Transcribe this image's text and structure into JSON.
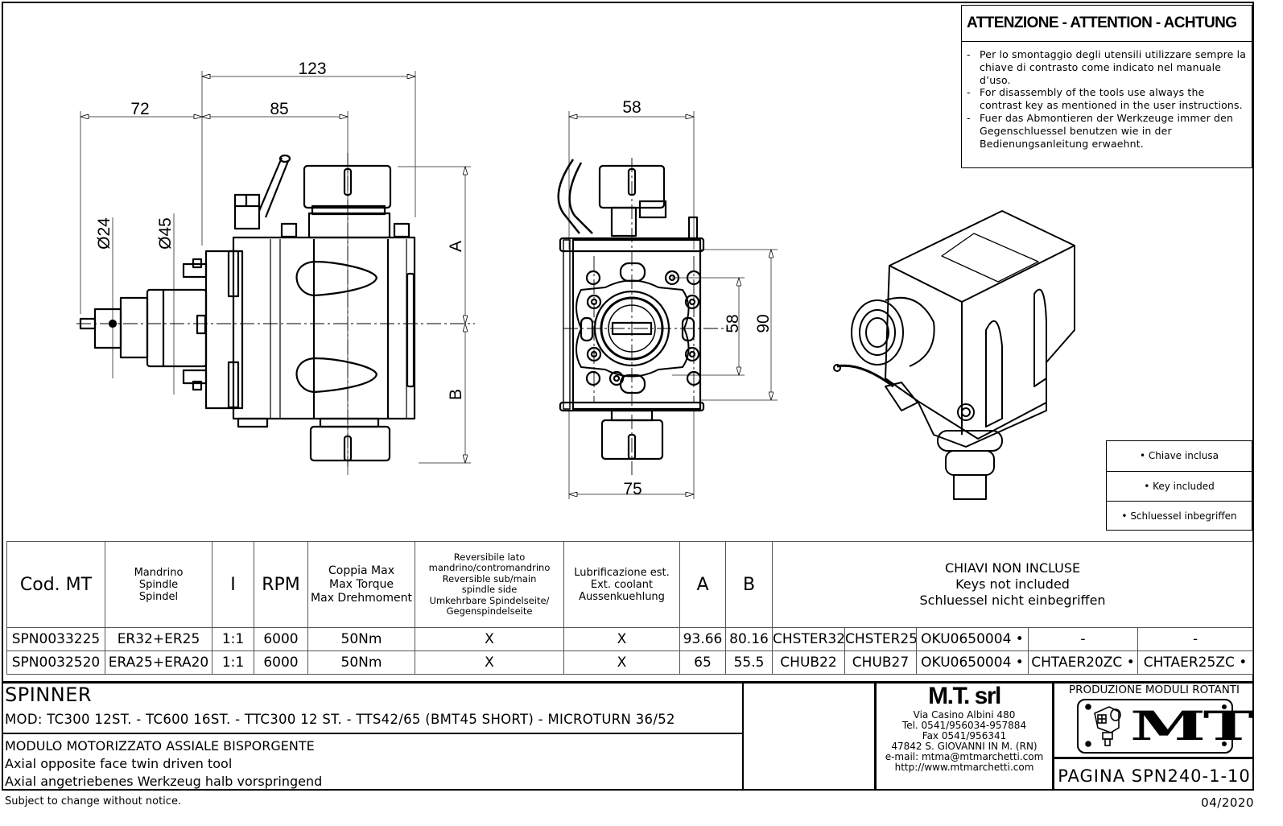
{
  "attention": {
    "title": "ATTENZIONE - ATTENTION - ACHTUNG",
    "items": [
      {
        "dash": "-",
        "text": "Per lo smontaggio degli utensili utilizzare sempre la chiave di contrasto come indicato nel manuale d’uso."
      },
      {
        "dash": "-",
        "text": "For disassembly of the tools use always the contrast key as mentioned in the user instructions."
      },
      {
        "dash": "-",
        "text": "Fuer das Abmontieren der Werkzeuge immer den Gegenschluessel benutzen wie in der Bedienungsanleitung erwaehnt."
      }
    ]
  },
  "key_included": [
    "• Chiave inclusa",
    "• Key included",
    "• Schluessel inbegriffen"
  ],
  "drawing": {
    "side_view": {
      "dim_123": "123",
      "dim_72": "72",
      "dim_85": "85",
      "dim_d24": "Ø24",
      "dim_d45": "Ø45",
      "dim_a": "A",
      "dim_b": "B"
    },
    "front_view": {
      "dim_58_top": "58",
      "dim_58_side": "58",
      "dim_90": "90",
      "dim_75": "75"
    }
  },
  "table": {
    "headers": {
      "cod": "Cod. MT",
      "spindle": [
        "Mandrino",
        "Spindle",
        "Spindel"
      ],
      "ratio": "I",
      "rpm": "RPM",
      "torque": [
        "Coppia Max",
        "Max Torque",
        "Max Drehmoment"
      ],
      "reversible": [
        "Reversibile lato",
        "mandrino/contromandrino",
        "Reversible sub/main",
        "spindle side",
        "Umkehrbare Spindelseite/",
        "Gegenspindelseite"
      ],
      "coolant": [
        "Lubrificazione est.",
        "Ext. coolant",
        "Aussenkuehlung"
      ],
      "a": "A",
      "b": "B",
      "keys": [
        "CHIAVI NON INCLUSE",
        "Keys not included",
        "Schluessel nicht einbegriffen"
      ]
    },
    "rows": [
      {
        "cod": "SPN0033225",
        "spindle": "ER32+ER25",
        "ratio": "1:1",
        "rpm": "6000",
        "torque": "50Nm",
        "reversible": "X",
        "coolant": "X",
        "a": "93.66",
        "b": "80.16",
        "k1": "CHSTER32",
        "k2": "CHSTER25",
        "k3": "OKU0650004 •",
        "k4": "-",
        "k5": "-"
      },
      {
        "cod": "SPN0032520",
        "spindle": "ERA25+ERA20",
        "ratio": "1:1",
        "rpm": "6000",
        "torque": "50Nm",
        "reversible": "X",
        "coolant": "X",
        "a": "65",
        "b": "55.5",
        "k1": "CHUB22",
        "k2": "CHUB27",
        "k3": "OKU0650004 •",
        "k4": "CHTAER20ZC •",
        "k5": "CHTAER25ZC •"
      }
    ]
  },
  "title_block": {
    "brand": "SPINNER",
    "models": "MOD: TC300 12ST. - TC600 16ST. - TTC300 12 ST. - TTS42/65 (BMT45 SHORT) - MICROTURN 36/52",
    "description": [
      "MODULO MOTORIZZATO ASSIALE BISPORGENTE",
      "Axial opposite face twin driven tool",
      "Axial angetriebenes Werkzeug halb vorspringend"
    ],
    "company": {
      "name": "M.T. srl",
      "lines": [
        "Via Casino Albini 480",
        "Tel. 0541/956034-957884",
        "Fax 0541/956341",
        "47842 S. GIOVANNI IN M. (RN)",
        "e-mail: mtma@mtmarchetti.com",
        "http://www.mtmarchetti.com"
      ]
    },
    "production": "PRODUZIONE MODULI ROTANTI",
    "logo_text": "MT",
    "page": "PAGINA SPN240-1-10"
  },
  "footer": {
    "notice": "Subject to change without notice.",
    "date": "04/2020"
  }
}
